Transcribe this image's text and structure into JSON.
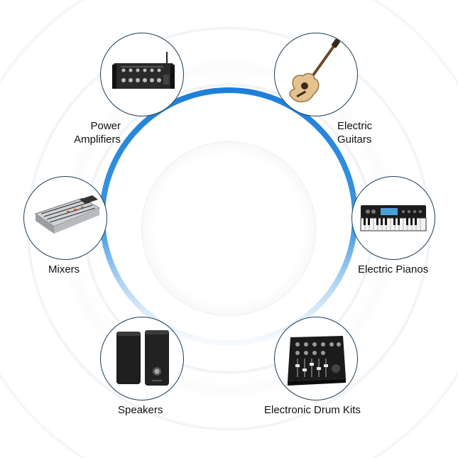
{
  "devices": [
    {
      "id": "mixer-top",
      "label_lines": [
        "Power",
        "Amplifiers"
      ]
    },
    {
      "id": "guitar",
      "label_lines": [
        "Electric",
        "Guitars"
      ]
    },
    {
      "id": "mixer-left",
      "label_lines": [
        "Mixers"
      ]
    },
    {
      "id": "keyboard",
      "label_lines": [
        "Electric Pianos"
      ]
    },
    {
      "id": "speakers",
      "label_lines": [
        "Speakers"
      ]
    },
    {
      "id": "drum",
      "label_lines": [
        "Electronic Drum Kits"
      ]
    }
  ],
  "colors": {
    "arc_top": "#1e7fd8",
    "arc_bottom": "#eaf4fb",
    "circle_border": "#1d3f57"
  }
}
